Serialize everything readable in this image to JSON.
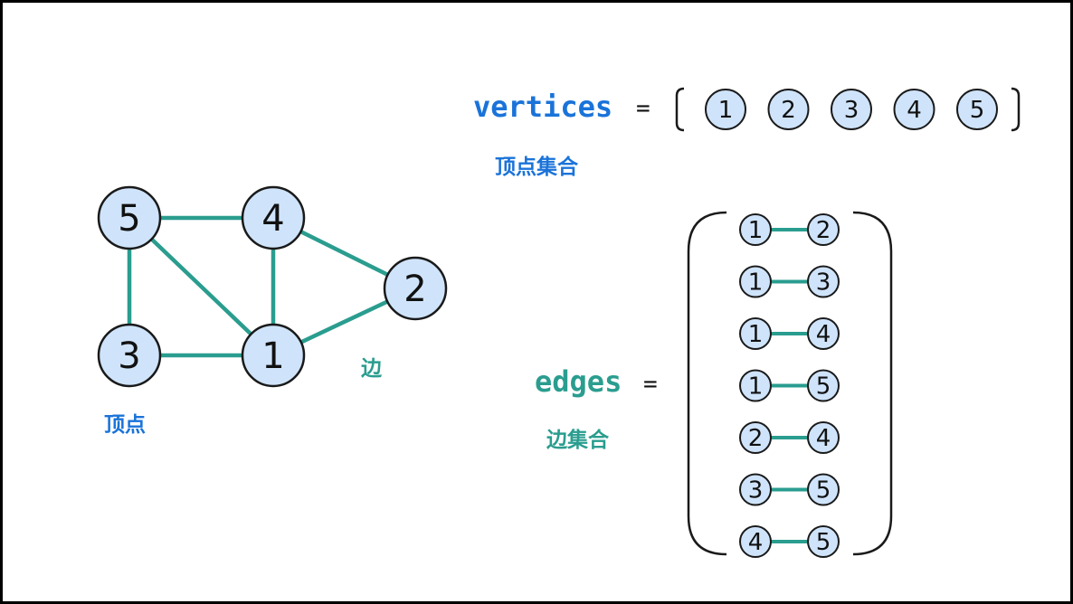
{
  "colors": {
    "node_fill": "#cfe4fb",
    "node_stroke": "#1a1a1a",
    "edge": "#2a9d8f",
    "vertex_label": "#1a73d9",
    "edge_label": "#2a9d8f"
  },
  "graph": {
    "nodes": [
      "1",
      "2",
      "3",
      "4",
      "5"
    ],
    "edges": [
      [
        "1",
        "2"
      ],
      [
        "1",
        "3"
      ],
      [
        "1",
        "4"
      ],
      [
        "1",
        "5"
      ],
      [
        "2",
        "4"
      ],
      [
        "3",
        "5"
      ],
      [
        "4",
        "5"
      ]
    ]
  },
  "labels": {
    "vertex": "顶点",
    "edge": "边",
    "vertex_set_name": "vertices",
    "vertex_set_caption": "顶点集合",
    "edge_set_name": "edges",
    "edge_set_caption": "边集合",
    "equals": "="
  },
  "vertex_set": [
    "1",
    "2",
    "3",
    "4",
    "5"
  ],
  "edge_set": [
    [
      "1",
      "2"
    ],
    [
      "1",
      "3"
    ],
    [
      "1",
      "4"
    ],
    [
      "1",
      "5"
    ],
    [
      "2",
      "4"
    ],
    [
      "3",
      "5"
    ],
    [
      "4",
      "5"
    ]
  ]
}
